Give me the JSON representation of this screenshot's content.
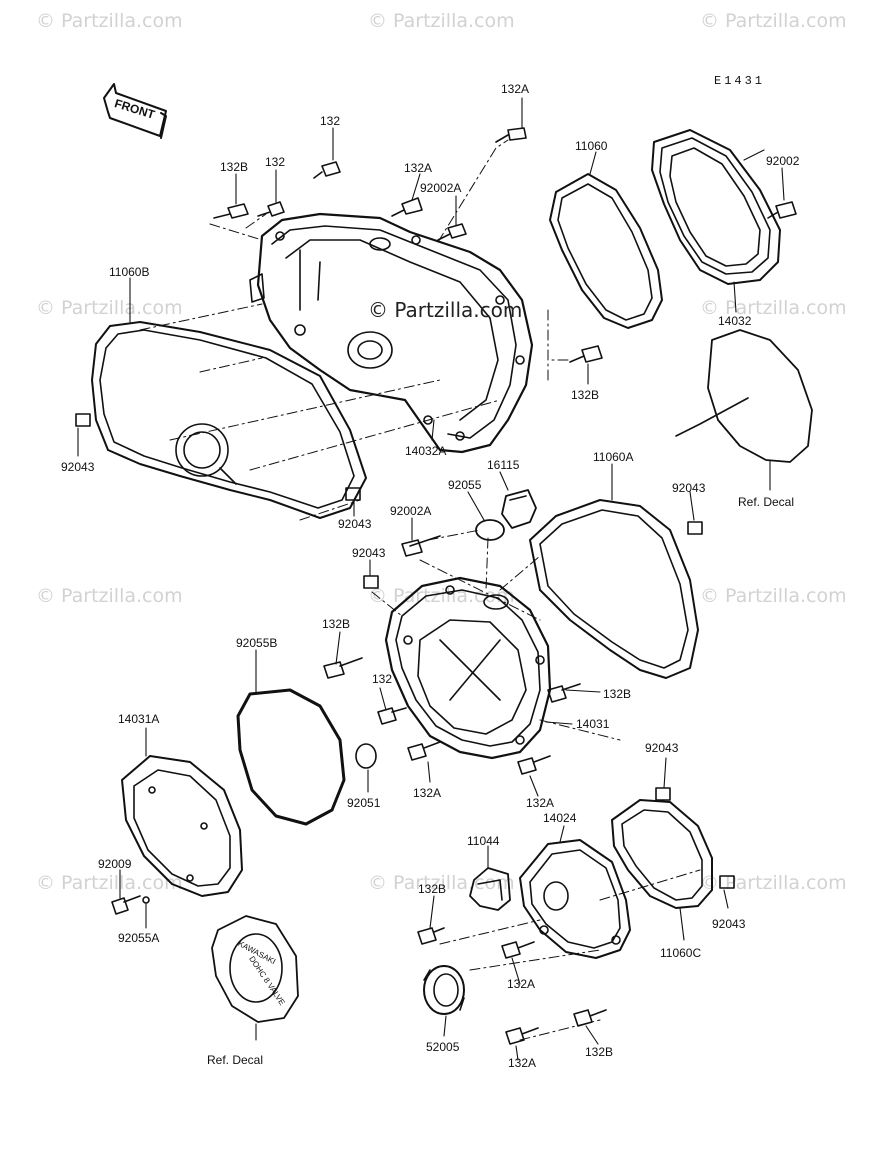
{
  "diagram_code": "E1431",
  "front_label": "FRONT",
  "watermark": "© Partzilla.com",
  "center_watermark": "© Partzilla.com",
  "decal_text_1": "KAWASAKI",
  "decal_text_2": "DOHC 8 VALVE",
  "colors": {
    "ink": "#111111",
    "watermark": "#d2d2d2"
  },
  "labels": {
    "l1": "132A",
    "l2": "132",
    "l3": "132B",
    "l4": "132",
    "l5": "132A",
    "l6": "92002A",
    "l7": "11060",
    "l8": "92002",
    "l9": "11060B",
    "l10": "14032",
    "l11": "132B",
    "l12": "14032A",
    "l13": "92043",
    "l14": "92043",
    "l15": "16115",
    "l16": "92055",
    "l17": "11060A",
    "l18": "92043",
    "l19": "Ref. Decal",
    "l20": "92002A",
    "l21": "92043",
    "l22": "132B",
    "l23": "92055B",
    "l24": "132",
    "l25": "132B",
    "l26": "14031",
    "l27": "14031A",
    "l28": "92051",
    "l29": "132A",
    "l30": "132A",
    "l31": "92043",
    "l32": "14024",
    "l33": "11044",
    "l34": "92009",
    "l35": "132B",
    "l36": "92055A",
    "l37": "92043",
    "l38": "11060C",
    "l39": "132A",
    "l40": "52005",
    "l41": "132A",
    "l42": "132B",
    "l43": "Ref. Decal"
  }
}
